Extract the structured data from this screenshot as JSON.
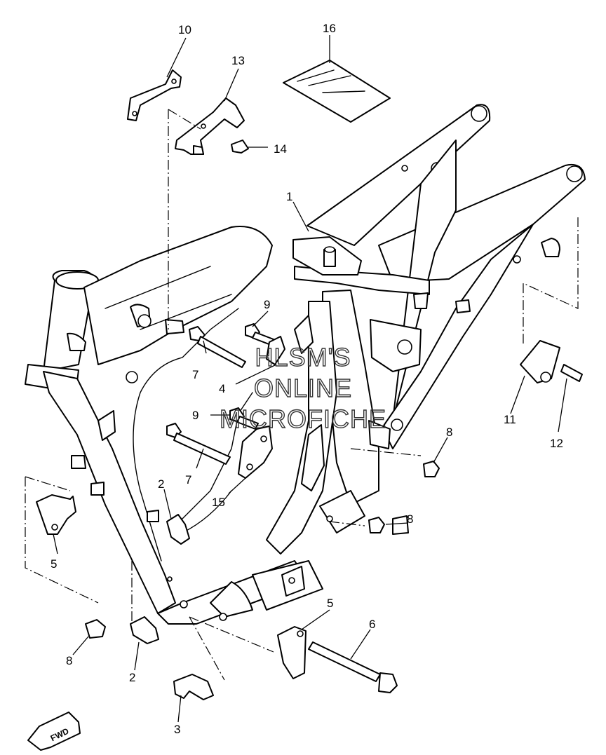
{
  "watermark": {
    "line1": "HLSM'S",
    "line2": "ONLINE",
    "line3": "MICROFICHE"
  },
  "fwd_badge": "FWD",
  "callouts": [
    {
      "id": "c1",
      "text": "1"
    },
    {
      "id": "c2a",
      "text": "2"
    },
    {
      "id": "c2b",
      "text": "2"
    },
    {
      "id": "c3",
      "text": "3"
    },
    {
      "id": "c4",
      "text": "4"
    },
    {
      "id": "c5a",
      "text": "5"
    },
    {
      "id": "c5b",
      "text": "5"
    },
    {
      "id": "c6",
      "text": "6"
    },
    {
      "id": "c7a",
      "text": "7"
    },
    {
      "id": "c7b",
      "text": "7"
    },
    {
      "id": "c8a",
      "text": "8"
    },
    {
      "id": "c8b",
      "text": "8"
    },
    {
      "id": "c8c",
      "text": "8"
    },
    {
      "id": "c9a",
      "text": "9"
    },
    {
      "id": "c9b",
      "text": "9"
    },
    {
      "id": "c10",
      "text": "10"
    },
    {
      "id": "c11",
      "text": "11"
    },
    {
      "id": "c12",
      "text": "12"
    },
    {
      "id": "c13",
      "text": "13"
    },
    {
      "id": "c14",
      "text": "14"
    },
    {
      "id": "c15",
      "text": "15"
    },
    {
      "id": "c16",
      "text": "16"
    }
  ]
}
